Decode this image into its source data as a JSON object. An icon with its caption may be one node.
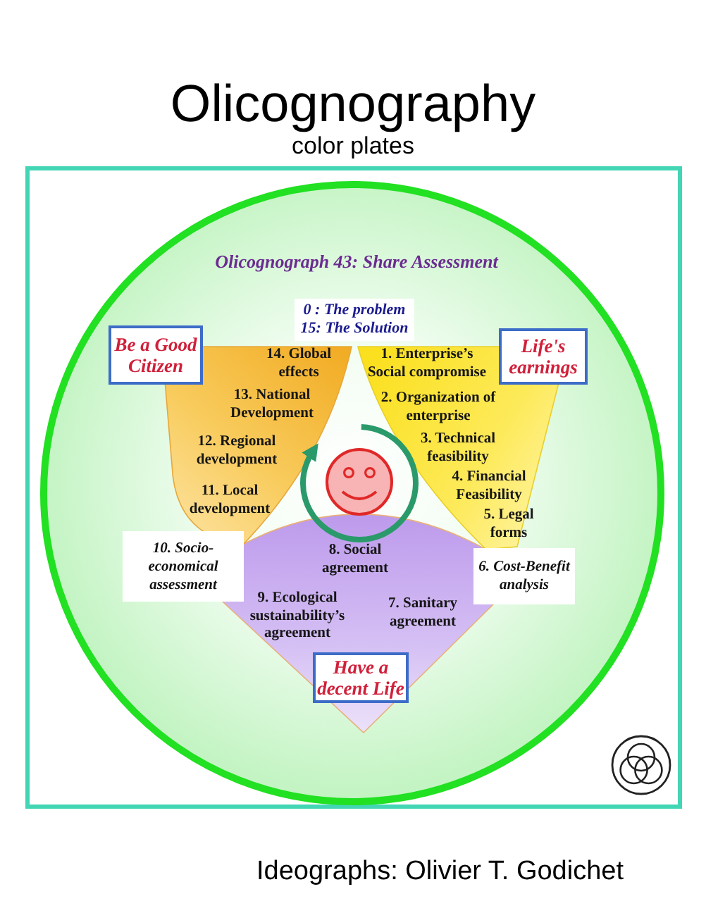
{
  "diagram": {
    "title": "Olicognography",
    "caption": "Ideographs: Olivier T. Godichet",
    "nodes": [
      {
        "text": [
          "0 : The problem",
          "15: The Solution"
        ]
      },
      {
        "text": [
          "Be a Good Citizen"
        ]
      },
      {
        "text": [
          "Life's earnings"
        ]
      },
      {
        "text": [
          "14. Global effects",
          "13. National Development",
          "12. Regional development",
          "11. Local development"
        ]
      },
      {
        "text": [
          "1. Enterprise’s Social compromise",
          "2. Organization of enterprise",
          "3. Technical feasibility",
          "4. Financial Feasibility",
          "5. Legal forms"
        ]
      },
      {
        "text": [
          "10. Socio-economical assessment"
        ]
      },
      {
        "text": [
          "6. Cost-Benefit analysis"
        ]
      },
      {
        "text": [
          "8. Social agreement",
          "9. Ecological sustainability’s agreement",
          "7. Sanitary agreement"
        ]
      },
      {
        "text": [
          "Have a decent Life"
        ],
        "in": 7
      }
    ],
    "labels": [
      "color plates",
      "Olicognograph 43: Share Assessment"
    ]
  }
}
